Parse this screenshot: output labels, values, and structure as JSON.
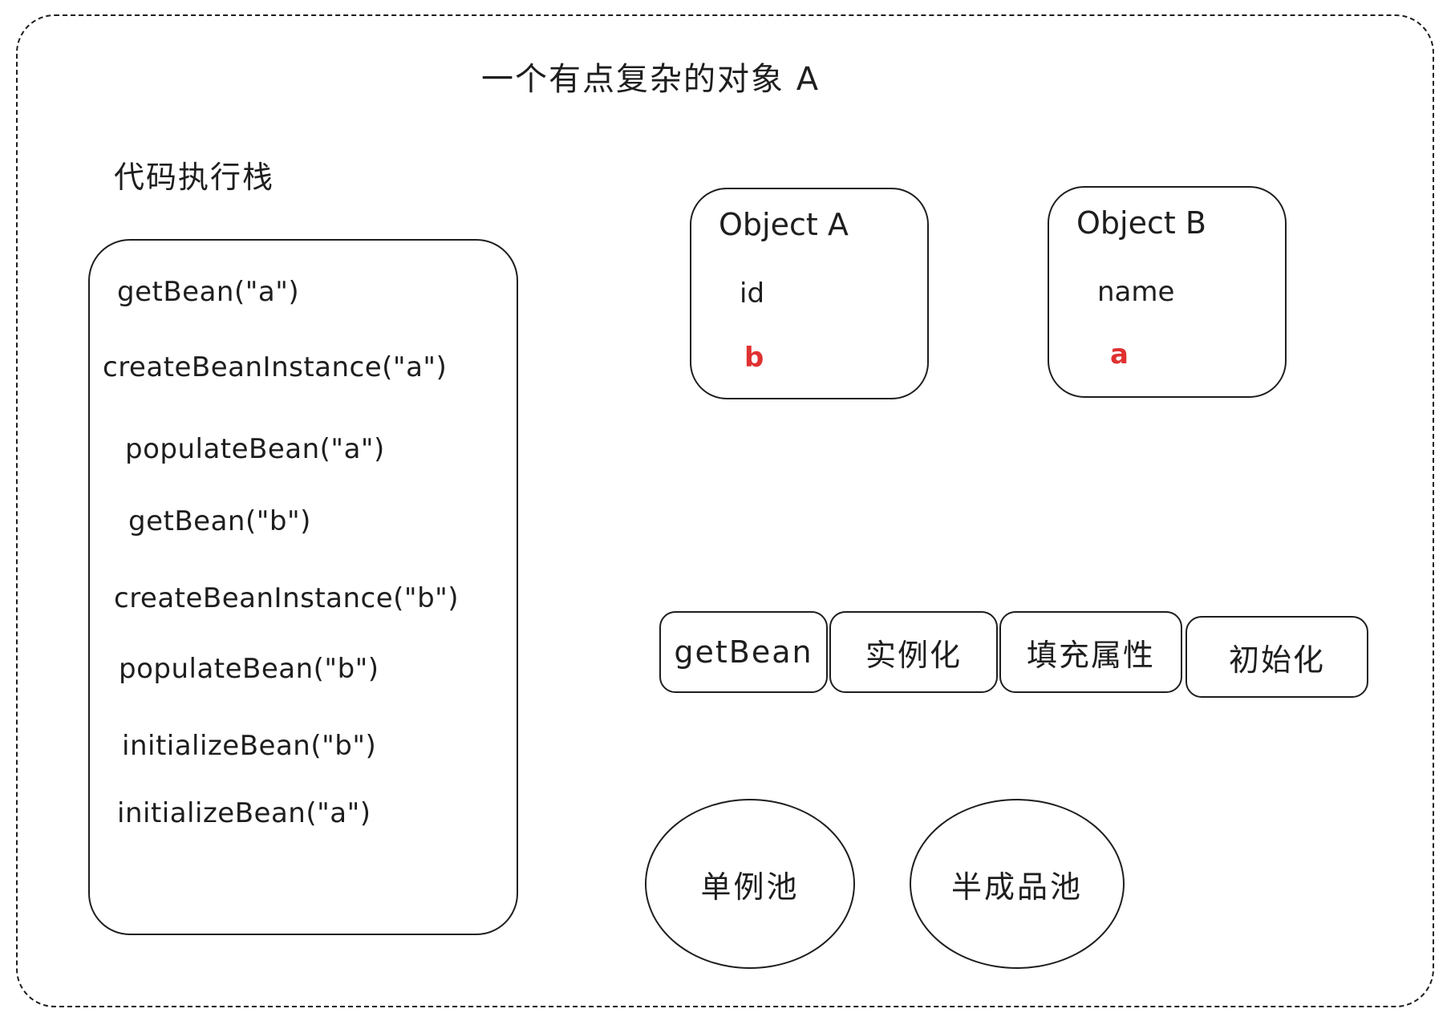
{
  "title": "一个有点复杂的对象 A",
  "stack_label": "代码执行栈",
  "stack_lines": [
    "getBean(\"a\")",
    "createBeanInstance(\"a\")",
    "populateBean(\"a\")",
    "getBean(\"b\")",
    "createBeanInstance(\"b\")",
    "populateBean(\"b\")",
    "initializeBean(\"b\")",
    "initializeBean(\"a\")"
  ],
  "object_a": {
    "title": "Object A",
    "field": "id",
    "ref": "b"
  },
  "object_b": {
    "title": "Object B",
    "field": "name",
    "ref": "a"
  },
  "steps": [
    "getBean",
    "实例化",
    "填充属性",
    "初始化"
  ],
  "pools": [
    "单例池",
    "半成品池"
  ],
  "colors": {
    "stroke": "#1e1e1e",
    "ref_red": "#e03131"
  }
}
